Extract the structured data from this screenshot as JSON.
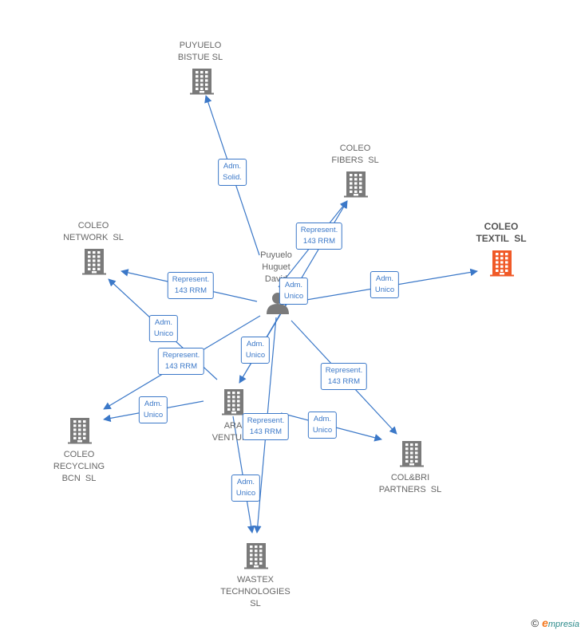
{
  "person": {
    "label": "Puyuelo\nHuguet\nDavid",
    "icon": "person-icon"
  },
  "companies": [
    {
      "id": "puyuelo-bistue",
      "label": "PUYUELO\nBISTUE SL",
      "focus": false
    },
    {
      "id": "coleo-fibers",
      "label": "COLEO\nFIBERS  SL",
      "focus": false
    },
    {
      "id": "coleo-textil",
      "label": "COLEO\nTEXTIL  SL",
      "focus": true
    },
    {
      "id": "coleo-network",
      "label": "COLEO\nNETWORK  SL",
      "focus": false
    },
    {
      "id": "aramis-ventures",
      "label": "ARA\nVENTURE",
      "focus": false
    },
    {
      "id": "coleo-recycling",
      "label": "COLEO\nRECYCLING\nBCN  SL",
      "focus": false
    },
    {
      "id": "colbri-partners",
      "label": "COL&BRI\nPARTNERS  SL",
      "focus": false
    },
    {
      "id": "wastex",
      "label": "WASTEX\nTECHNOLOGIES\nSL",
      "focus": false
    }
  ],
  "edges": [
    {
      "from": "person",
      "to": "puyuelo-bistue",
      "label": "Adm.\nSolid."
    },
    {
      "from": "person",
      "to": "coleo-fibers",
      "label": "Represent.\n143 RRM"
    },
    {
      "from": "aramis-ventures",
      "to": "coleo-fibers",
      "label": "Adm.\nUnico"
    },
    {
      "from": "person",
      "to": "coleo-textil",
      "label": "Adm.\nUnico"
    },
    {
      "from": "person",
      "to": "coleo-network",
      "label": "Represent.\n143 RRM"
    },
    {
      "from": "aramis-ventures",
      "to": "coleo-network",
      "label": "Adm.\nUnico"
    },
    {
      "from": "person",
      "to": "coleo-recycling",
      "label": "Represent.\n143 RRM"
    },
    {
      "from": "aramis-ventures",
      "to": "coleo-recycling",
      "label": "Adm.\nUnico"
    },
    {
      "from": "person",
      "to": "aramis-ventures",
      "label": "Adm.\nUnico"
    },
    {
      "from": "person",
      "to": "colbri-partners",
      "label": "Represent.\n143 RRM"
    },
    {
      "from": "aramis-ventures",
      "to": "colbri-partners",
      "label": "Adm.\nUnico"
    },
    {
      "from": "person",
      "to": "wastex",
      "label": "Represent.\n143 RRM"
    },
    {
      "from": "aramis-ventures",
      "to": "wastex",
      "label": "Adm.\nUnico"
    }
  ],
  "colors": {
    "edge": "#3b78c8",
    "building": "#7a7a7a",
    "focus_building": "#f05a28",
    "person": "#7a7a7a"
  },
  "footer": {
    "copyright": "©",
    "brand_initial": "e",
    "brand_rest": "mpresia"
  }
}
